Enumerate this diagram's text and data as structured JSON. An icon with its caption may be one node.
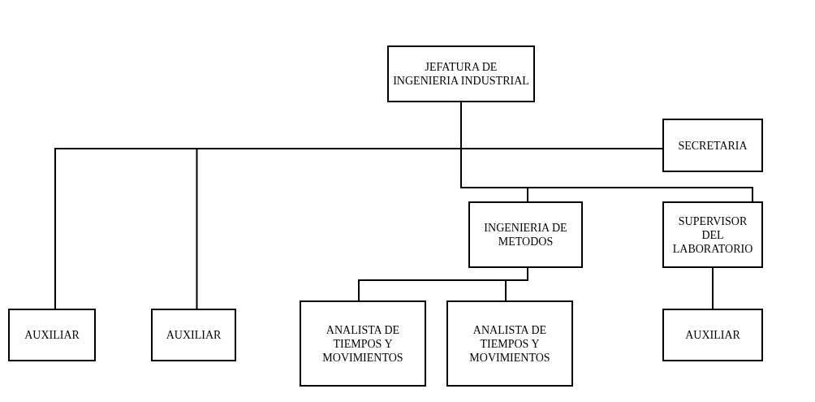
{
  "diagram": {
    "nodes": [
      {
        "text": [
          "JEFATURA DE INGENIERIA INDUSTRIAL"
        ]
      },
      {
        "text": [
          "SECRETARIA"
        ]
      },
      {
        "text": [
          "INGENIERIA DE METODOS"
        ]
      },
      {
        "text": [
          "SUPERVISOR DEL LABORATORIO"
        ]
      },
      {
        "text": [
          "AUXILIAR"
        ]
      },
      {
        "text": [
          "AUXILIAR"
        ]
      },
      {
        "text": [
          "ANALISTA DE TIEMPOS Y MOVIMIENTOS"
        ]
      },
      {
        "text": [
          "ANALISTA DE TIEMPOS Y MOVIMIENTOS"
        ]
      },
      {
        "text": [
          "AUXILIAR"
        ]
      }
    ],
    "edges": [
      {
        "from": 0,
        "to": 1,
        "arrow": "none"
      },
      {
        "from": 0,
        "to": 4,
        "arrow": "none"
      },
      {
        "from": 0,
        "to": 5,
        "arrow": "none"
      },
      {
        "from": 0,
        "to": 2,
        "arrow": "none"
      },
      {
        "from": 0,
        "to": 3,
        "arrow": "none"
      },
      {
        "from": 2,
        "to": 6,
        "arrow": "none"
      },
      {
        "from": 2,
        "to": 7,
        "arrow": "none"
      },
      {
        "from": 3,
        "to": 8,
        "arrow": "none"
      }
    ]
  }
}
